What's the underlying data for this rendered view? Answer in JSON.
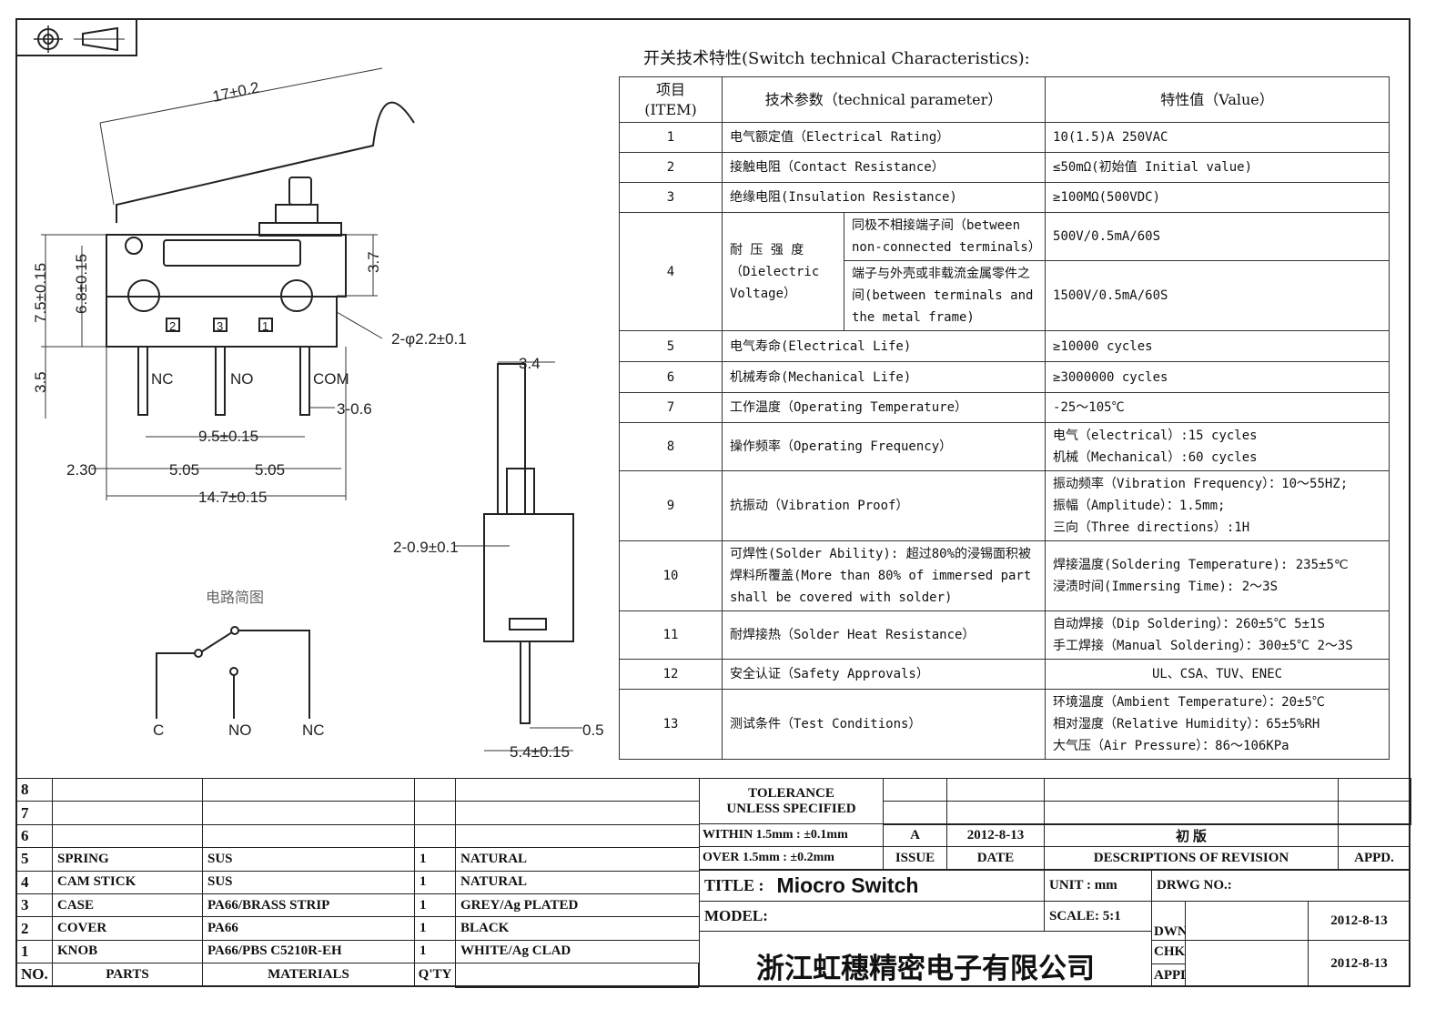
{
  "spec_title": "开关技术特性(Switch technical Characteristics):",
  "spec_headers": {
    "item": "项目\n(ITEM)",
    "item_cn": "项目",
    "item_en": "(ITEM)",
    "param": "技术参数（technical parameter）",
    "value": "特性值（Value）"
  },
  "spec_rows": [
    {
      "item": "1",
      "param": "电气额定值（Electrical Rating）",
      "value": "10(1.5)A 250VAC"
    },
    {
      "item": "2",
      "param": "接触电阻（Contact  Resistance）",
      "value": "≤50mΩ(初始值 Initial value)"
    },
    {
      "item": "3",
      "param": "绝缘电阻(Insulation Resistance)",
      "value": "≥100MΩ(500VDC)"
    },
    {
      "item": "4",
      "param": "耐 压 强 度 （Dielectric Voltage）",
      "sub1": "同极不相接端子间（between non-connected terminals）",
      "value1": "500V/0.5mA/60S",
      "sub2": "端子与外壳或非载流金属零件之间(between terminals and the metal frame)",
      "value2": "1500V/0.5mA/60S"
    },
    {
      "item": "5",
      "param": "电气寿命(Electrical Life)",
      "value": "≥10000 cycles"
    },
    {
      "item": "6",
      "param": "机械寿命(Mechanical Life)",
      "value": "≥3000000 cycles"
    },
    {
      "item": "7",
      "param": "工作温度（Operating Temperature）",
      "value": "-25～105℃"
    },
    {
      "item": "8",
      "param": "操作频率（Operating Frequency）",
      "value": "电气（electrical）:15 cycles",
      "value_b": "机械（Mechanical）:60 cycles"
    },
    {
      "item": "9",
      "param": "抗振动（Vibration Proof）",
      "value": "振动频率（Vibration Frequency）：10～55HZ;",
      "value_b": "振幅（Amplitude）：1.5mm;",
      "value_c": "三向（Three directions）:1H"
    },
    {
      "item": "10",
      "param": "可焊性(Solder Ability): 超过80%的浸锡面积被焊料所覆盖(More than 80% of immersed part shall be covered with solder)",
      "value": "焊接温度(Soldering Temperature): 235±5℃",
      "value_b": "浸渍时间(Immersing Time): 2～3S"
    },
    {
      "item": "11",
      "param": "耐焊接热（Solder Heat Resistance）",
      "value": "自动焊接（Dip Soldering）：260±5℃ 5±1S",
      "value_b": "手工焊接（Manual Soldering）：300±5℃ 2～3S"
    },
    {
      "item": "12",
      "param": "安全认证（Safety Approvals）",
      "value": "UL、CSA、TUV、ENEC"
    },
    {
      "item": "13",
      "param": "测试条件（Test Conditions）",
      "value": "环境温度（Ambient Temperature）：20±5℃",
      "value_b": "相对湿度（Relative Humidity）：65±5%RH",
      "value_c": "大气压（Air Pressure）：86～106KPa"
    }
  ],
  "drawing": {
    "lever_length": "17±0.2",
    "height_total": "7.5±0.15",
    "height_hole": "6.8±0.15",
    "height_top": "3.7",
    "pin_length": "3.5",
    "hole_dia": "2-φ2.2±0.1",
    "pin_nc": "NC",
    "pin_no": "NO",
    "pin_com": "COM",
    "pin_width": "3-0.6",
    "pin_spacing": "9.5±0.15",
    "dim_230": "2.30",
    "dim_505a": "5.05",
    "dim_505b": "5.05",
    "body_width": "14.7±0.15",
    "terminal_2": "2",
    "terminal_3": "3",
    "terminal_1": "1",
    "side_top": "3.4",
    "side_holes": "2-0.9±0.1",
    "side_pin": "0.5",
    "side_width": "5.4±0.15",
    "circuit_title": "电路简图",
    "circuit_c": "C",
    "circuit_no": "NO",
    "circuit_nc": "NC"
  },
  "bom": {
    "rows": [
      {
        "no": "8",
        "part": "",
        "material": "",
        "qty": "",
        "finish": ""
      },
      {
        "no": "7",
        "part": "",
        "material": "",
        "qty": "",
        "finish": ""
      },
      {
        "no": "6",
        "part": "",
        "material": "",
        "qty": "",
        "finish": ""
      },
      {
        "no": "5",
        "part": "SPRING",
        "material": "SUS",
        "qty": "1",
        "finish": "NATURAL"
      },
      {
        "no": "4",
        "part": "CAM STICK",
        "material": "SUS",
        "qty": "1",
        "finish": "NATURAL"
      },
      {
        "no": "3",
        "part": "CASE",
        "material": "PA66/BRASS STRIP",
        "qty": "1",
        "finish": "GREY/Ag PLATED"
      },
      {
        "no": "2",
        "part": "COVER",
        "material": "PA66",
        "qty": "1",
        "finish": "BLACK"
      },
      {
        "no": "1",
        "part": "KNOB",
        "material": "PA66/PBS C5210R-EH",
        "qty": "1",
        "finish": "WHITE/Ag CLAD"
      }
    ],
    "header": {
      "no": "NO.",
      "part": "PARTS",
      "material": "MATERIALS",
      "qty": "Q'TY"
    }
  },
  "title_block": {
    "tolerance_1": "TOLERANCE",
    "tolerance_2": "UNLESS   SPECIFIED",
    "within": "WITHIN 1.5mm : ±0.1mm",
    "over": "OVER 1.5mm : ±0.2mm",
    "issue_value": "A",
    "date_value": "2012-8-13",
    "revision_desc": "初  版",
    "issue_label": "ISSUE",
    "date_label": "DATE",
    "desc_label": "DESCRIPTIONS OF REVISION",
    "appd_label": "APPD.",
    "title_label": "TITLE :",
    "title_value": "Miocro Switch",
    "unit": "UNIT :  mm",
    "drwg_no": "DRWG NO.:",
    "model": "MODEL:",
    "scale": "SCALE:  5:1",
    "dwn": "DWN.",
    "dwn_date": "2012-8-13",
    "chkd": "CHK'D",
    "chkd_date": "2012-8-13",
    "appd": "APPD.",
    "company": "浙江虹穗精密电子有限公司"
  }
}
